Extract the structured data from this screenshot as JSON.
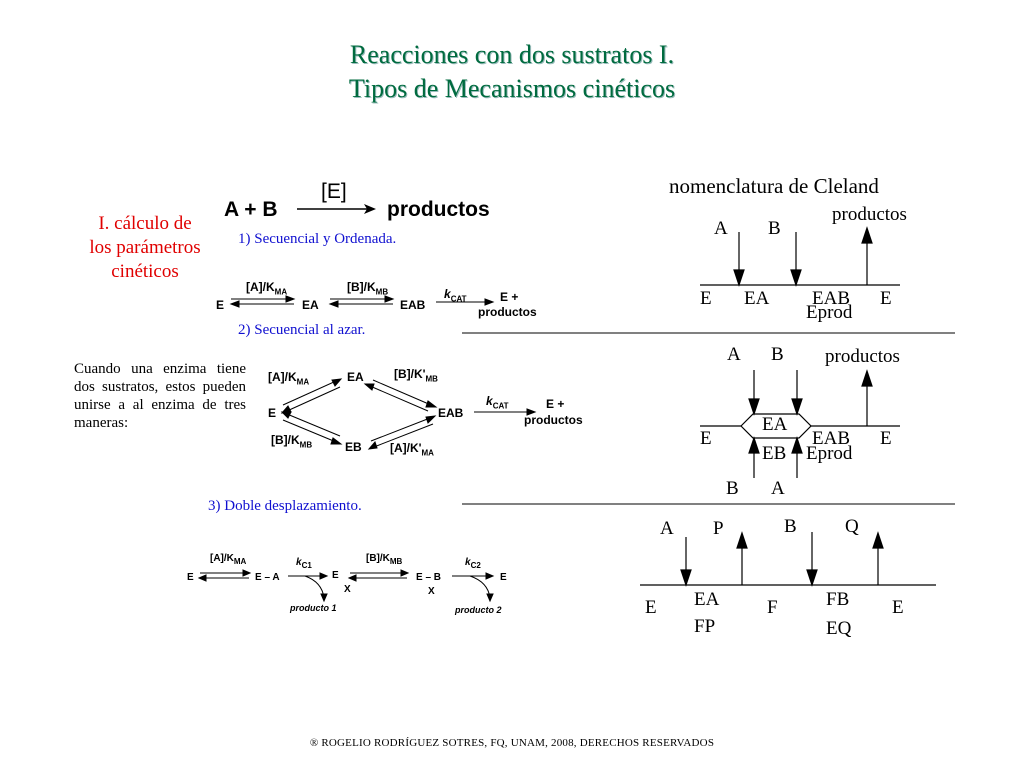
{
  "title": {
    "line1": "Reacciones con dos sustratos I.",
    "line2": "Tipos de Mecanismos cinéticos"
  },
  "main_reaction": {
    "left": "A + B",
    "catalyst": "[E]",
    "right": "productos"
  },
  "side_label": [
    "I. cálculo de",
    "los parámetros",
    "cinéticos"
  ],
  "mechanisms": {
    "m1": "1)  Secuencial  y Ordenada.",
    "m2": "2)  Secuencial  al azar.",
    "m3": "3)  Doble desplazamiento."
  },
  "intro_text": "Cuando una enzima tiene dos sustratos, estos pueden unirse a al enzima de tres maneras:",
  "ordered_scheme": {
    "E": "E",
    "EA": "EA",
    "EAB": "EAB",
    "k1_label": "[A]/K",
    "k1_sub": "MA",
    "k2_label": "[B]/K",
    "k2_sub": "MB",
    "kcat": "k",
    "kcat_sub": "CAT",
    "products_line1": "E +",
    "products_line2": "productos"
  },
  "random_scheme": {
    "E": "E",
    "EA": "EA",
    "EB": "EB",
    "EAB": "EAB",
    "k_a": "[A]/K",
    "k_a_sub": "MA",
    "k_b": "[B]/K",
    "k_b_sub": "MB",
    "k_b2": "[B]/K'",
    "k_b2_sub": "MB",
    "k_a2": "[A]/K'",
    "k_a2_sub": "MA",
    "kcat": "k",
    "kcat_sub": "CAT",
    "products_line1": "E +",
    "products_line2": "productos"
  },
  "pingpong_scheme": {
    "E1": "E",
    "EA": "E – A",
    "EX": "E",
    "X1": "X",
    "EB": "E – B",
    "X2": "X",
    "E2": "E",
    "k1": "[A]/K",
    "k1_sub": "MA",
    "kc1": "k",
    "kc1_sub": "C1",
    "k2": "[B]/K",
    "k2_sub": "MB",
    "kc2": "k",
    "kc2_sub": "C2",
    "prod1": "producto 1",
    "prod2": "producto 2"
  },
  "cleland": {
    "title": "nomenclatura de Cleland",
    "ordered": {
      "A": "A",
      "B": "B",
      "prod": "productos",
      "E1": "E",
      "EA": "EA",
      "EAB": "EAB",
      "Eprod": "Eprod",
      "E2": "E"
    },
    "random": {
      "A_top": "A",
      "B_top": "B",
      "prod": "productos",
      "E1": "E",
      "EA": "EA",
      "EAB": "EAB",
      "EB": "EB",
      "Eprod": "Eprod",
      "E2": "E",
      "B_bot": "B",
      "A_bot": "A"
    },
    "pingpong": {
      "A": "A",
      "P": "P",
      "B": "B",
      "Q": "Q",
      "E1": "E",
      "EA": "EA",
      "FP": "FP",
      "F": "F",
      "FB": "FB",
      "EQ": "EQ",
      "E2": "E"
    }
  },
  "footer": "® ROGELIO RODRÍGUEZ SOTRES, FQ, UNAM, 2008, DERECHOS RESERVADOS"
}
